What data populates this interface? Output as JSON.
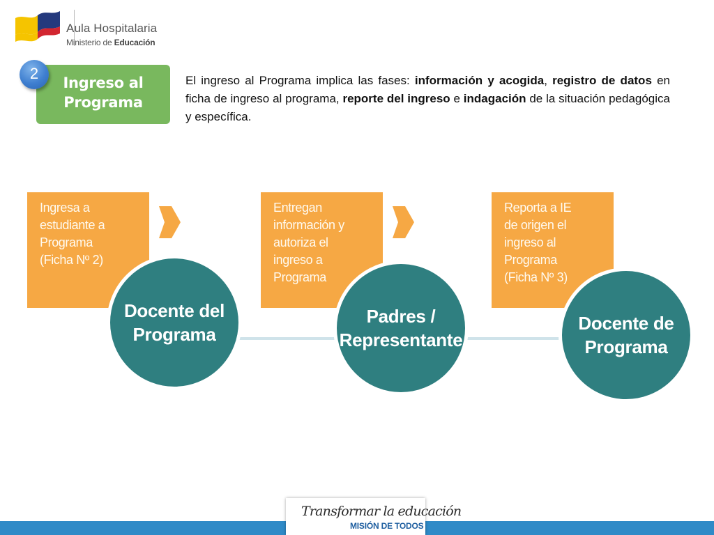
{
  "header": {
    "logo_title": "Aula Hospitalaria",
    "logo_subtitle_prefix": "Ministerio de ",
    "logo_subtitle_bold": "Educación"
  },
  "phase": {
    "number": "2",
    "title_line1": "Ingreso al",
    "title_line2": "Programa"
  },
  "description": {
    "t1": "El ingreso al Programa implica las fases: ",
    "b1": "información y acogida",
    "t2": ", ",
    "b2": "registro de datos",
    "t3": " en ficha de ingreso al programa, ",
    "b3": "reporte del ingreso",
    "t4": " e ",
    "b4": "indagación",
    "t5": " de la situación pedagógica y específica."
  },
  "steps": [
    {
      "card_lines": [
        "Ingresa a",
        "estudiante a",
        "Programa",
        "(Ficha Nº 2)"
      ],
      "circle_lines": [
        "Docente del",
        "Programa"
      ]
    },
    {
      "card_lines": [
        "Entregan",
        "información y",
        "autoriza el",
        "ingreso a",
        "Programa"
      ],
      "circle_lines": [
        "Padres /",
        "Representante"
      ]
    },
    {
      "card_lines": [
        "Reporta a IE",
        "de origen  el",
        "ingreso al",
        "Programa",
        "(Ficha Nº 3)"
      ],
      "circle_lines": [
        "Docente de",
        "Programa"
      ]
    }
  ],
  "footer": {
    "slogan_line1": "Transformar la educación",
    "slogan_line2": "MISIÓN DE TODOS"
  },
  "colors": {
    "phase_green": "#79b85e",
    "card_orange": "#f6a844",
    "circle_teal": "#2f7f80",
    "footer_blue": "#2f8ac7"
  }
}
